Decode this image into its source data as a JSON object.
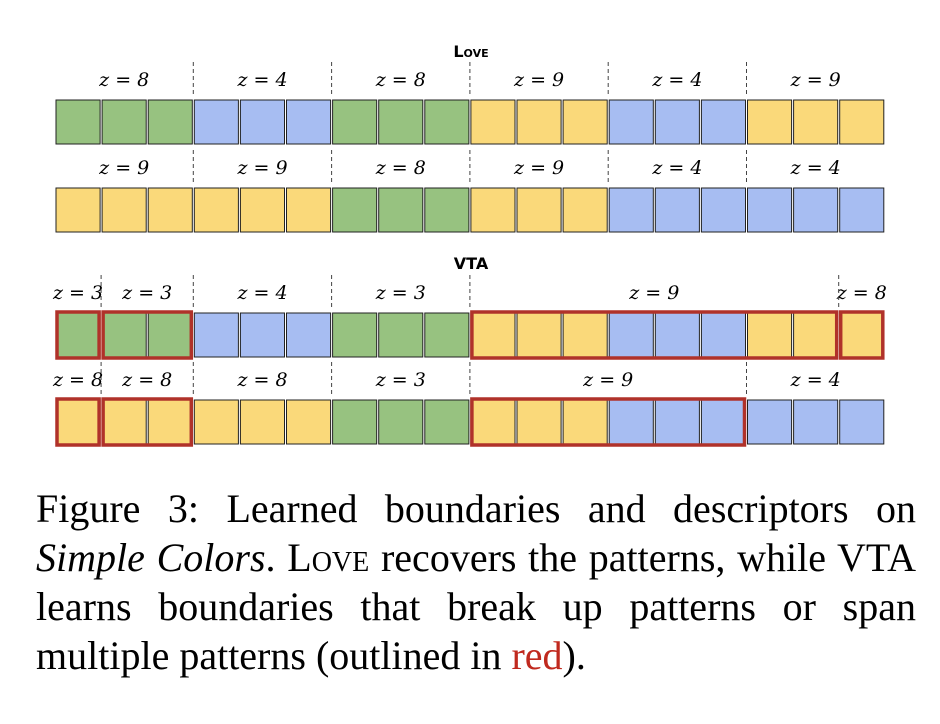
{
  "figure": {
    "colors": {
      "green": "#97c280",
      "blue": "#a7bdf2",
      "yellow": "#fad97a",
      "cell_border": "#222222",
      "highlight": "#b0322a"
    },
    "sections": [
      {
        "title": "Love",
        "rows": [
          {
            "cells": [
              "green",
              "green",
              "green",
              "blue",
              "blue",
              "blue",
              "green",
              "green",
              "green",
              "yellow",
              "yellow",
              "yellow",
              "blue",
              "blue",
              "blue",
              "yellow",
              "yellow",
              "yellow"
            ],
            "segments": [
              {
                "label": "z = 8",
                "cells": 3
              },
              {
                "label": "z = 4",
                "cells": 3
              },
              {
                "label": "z = 8",
                "cells": 3
              },
              {
                "label": "z = 9",
                "cells": 3
              },
              {
                "label": "z = 4",
                "cells": 3
              },
              {
                "label": "z = 9",
                "cells": 3
              }
            ]
          },
          {
            "cells": [
              "yellow",
              "yellow",
              "yellow",
              "yellow",
              "yellow",
              "yellow",
              "green",
              "green",
              "green",
              "yellow",
              "yellow",
              "yellow",
              "blue",
              "blue",
              "blue",
              "blue",
              "blue",
              "blue"
            ],
            "segments": [
              {
                "label": "z = 9",
                "cells": 3
              },
              {
                "label": "z = 9",
                "cells": 3
              },
              {
                "label": "z = 8",
                "cells": 3
              },
              {
                "label": "z = 9",
                "cells": 3
              },
              {
                "label": "z = 4",
                "cells": 3
              },
              {
                "label": "z = 4",
                "cells": 3
              }
            ]
          }
        ]
      },
      {
        "title": "VTA",
        "rows": [
          {
            "cells": [
              "green",
              "green",
              "green",
              "blue",
              "blue",
              "blue",
              "green",
              "green",
              "green",
              "yellow",
              "yellow",
              "yellow",
              "blue",
              "blue",
              "blue",
              "yellow",
              "yellow",
              "yellow"
            ],
            "segments": [
              {
                "label": "z = 3",
                "cells": 1,
                "outlined": true
              },
              {
                "label": "z = 3",
                "cells": 2,
                "outlined": true
              },
              {
                "label": "z = 4",
                "cells": 3
              },
              {
                "label": "z = 3",
                "cells": 3
              },
              {
                "label": "z = 9",
                "cells": 8,
                "outlined": true
              },
              {
                "label": "z = 8",
                "cells": 1,
                "outlined": true
              }
            ]
          },
          {
            "cells": [
              "yellow",
              "yellow",
              "yellow",
              "yellow",
              "yellow",
              "yellow",
              "green",
              "green",
              "green",
              "yellow",
              "yellow",
              "yellow",
              "blue",
              "blue",
              "blue",
              "blue",
              "blue",
              "blue"
            ],
            "segments": [
              {
                "label": "z = 8",
                "cells": 1,
                "outlined": true
              },
              {
                "label": "z = 8",
                "cells": 2,
                "outlined": true
              },
              {
                "label": "z = 8",
                "cells": 3
              },
              {
                "label": "z = 3",
                "cells": 3
              },
              {
                "label": "z = 9",
                "cells": 6,
                "outlined": true
              },
              {
                "label": "z = 4",
                "cells": 3
              }
            ]
          }
        ]
      }
    ]
  },
  "caption": {
    "figure_number": "Figure 3:",
    "text_1": "Learned boundaries and descriptors on",
    "dataset": "Simple Colors",
    "text_2": ".",
    "method": "Love",
    "text_3": "recovers the patterns, while VTA learns boundaries that break up patterns or span multiple patterns (outlined in",
    "red_word": "red",
    "text_4": ")."
  }
}
